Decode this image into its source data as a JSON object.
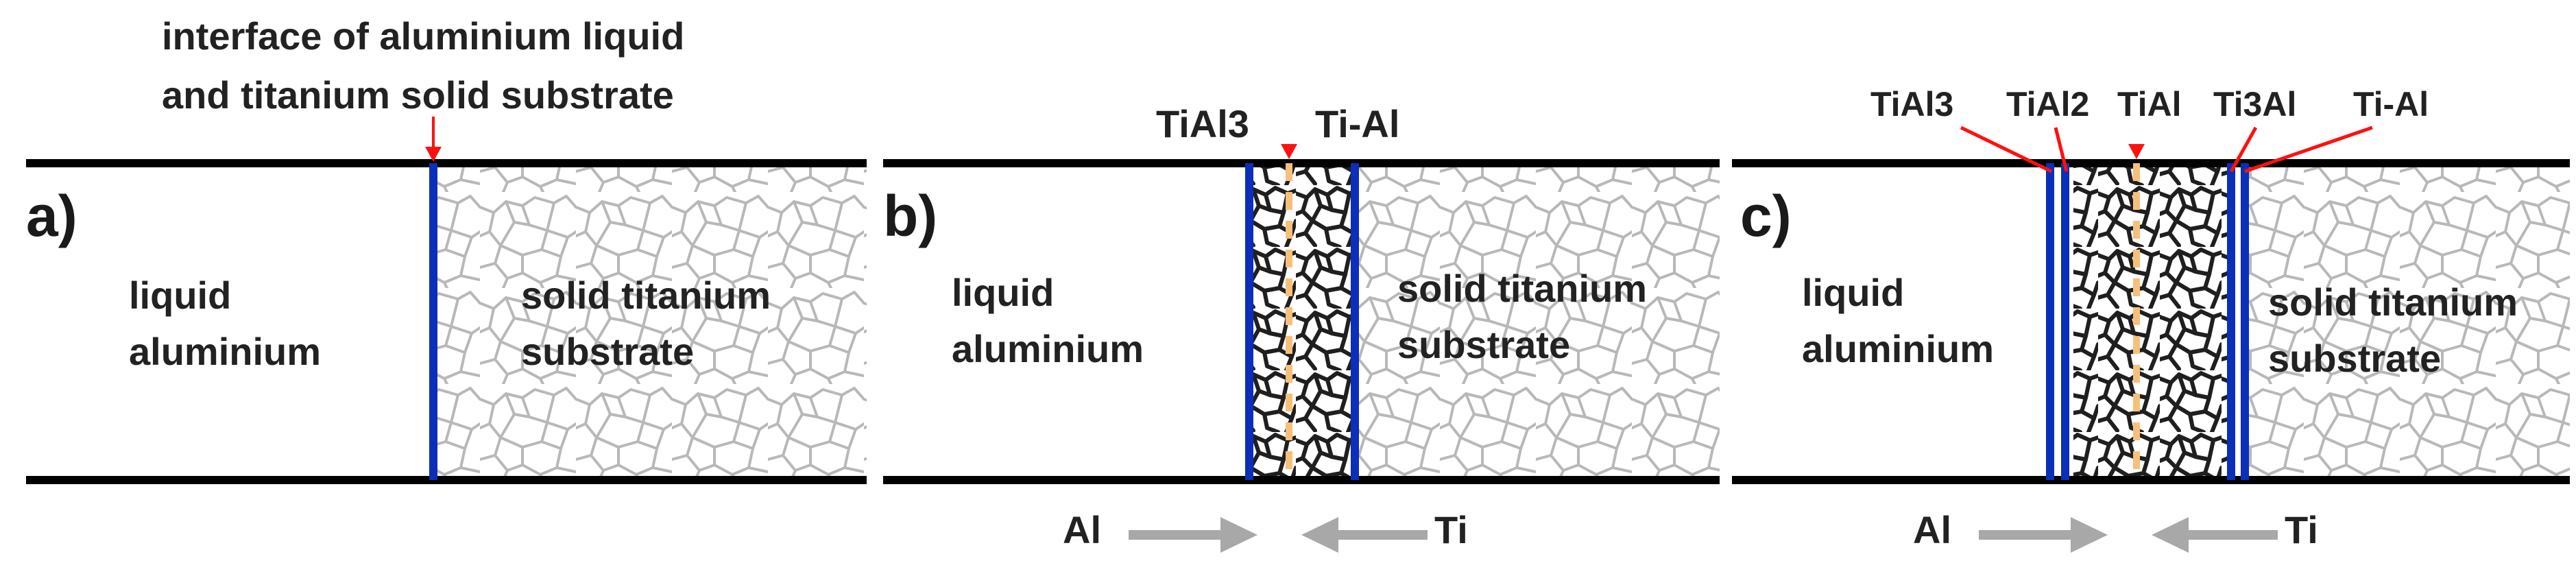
{
  "colors": {
    "interface_blue": "#0a2fb8",
    "boundary_red": "#ff1010",
    "center_orange": "#f7c07a",
    "grain_gray": "#b8b8b8",
    "grain_dark": "#1f1f1f",
    "arrow_gray": "#a8a8a8",
    "border_black": "#000000"
  },
  "annotation": {
    "line1": "interface of aluminium liquid",
    "line2": "and titanium solid substrate"
  },
  "panels": [
    {
      "letter": "a)",
      "liquid": {
        "line1": "liquid",
        "line2": "aluminium"
      },
      "solid": {
        "line1": "solid  titanium",
        "line2": "substrate"
      }
    },
    {
      "letter": "b)",
      "liquid": {
        "line1": "liquid",
        "line2": "aluminium"
      },
      "solid": {
        "line1": "solid titanium",
        "line2": "substrate"
      },
      "phase_labels": [
        "TiAl3",
        "Ti-Al"
      ],
      "arrows": {
        "left": "Al",
        "right": "Ti"
      }
    },
    {
      "letter": "c)",
      "liquid": {
        "line1": "liquid",
        "line2": "aluminium"
      },
      "solid": {
        "line1": "solid titanium",
        "line2": "substrate"
      },
      "phase_labels": [
        "TiAl3",
        "TiAl2",
        "TiAl",
        "Ti3Al",
        "Ti-Al"
      ],
      "arrows": {
        "left": "Al",
        "right": "Ti"
      }
    }
  ]
}
